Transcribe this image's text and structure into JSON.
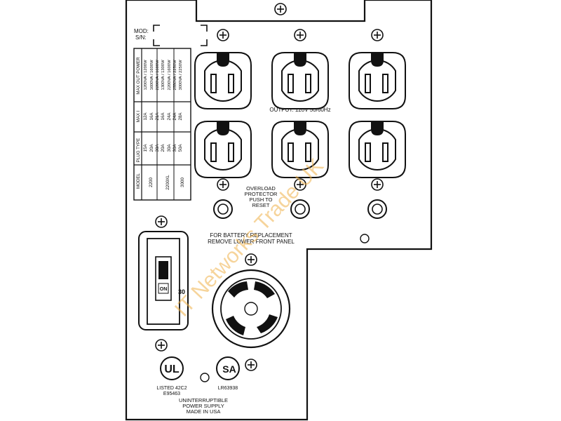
{
  "panel": {
    "mod_label": "MOD:",
    "sn_label": "S/N:",
    "output_label": "OUTPUT:  120V  50/60Hz",
    "overload": [
      "OVERLOAD",
      "PROTECTOR",
      "PUSH  TO",
      "RESET"
    ],
    "battery_note": [
      "FOR  BATTERY  REPLACEMENT",
      "REMOVE  LOWER  FRONT  PANEL"
    ],
    "breaker_on": "ON",
    "breaker_rating": "30",
    "ul": {
      "mark": "UL",
      "line1": "LISTED 42C2",
      "line2": "E95463"
    },
    "csa": {
      "mark": "SA",
      "line1": "LR63938"
    },
    "footer": [
      "UNINTERRUPTIBLE",
      "POWER SUPPLY",
      "MADE IN USA"
    ],
    "watermark": "IT Networks Trade UK"
  },
  "spec_table": {
    "headers": [
      "MODEL",
      "PLUG TYPE",
      "MAX I",
      "MAX OUT POWER"
    ],
    "models": [
      "2200",
      "2200XL",
      "3000"
    ],
    "plug_types": [
      "15A",
      "20A",
      "30A",
      "20A",
      "30A",
      "30A",
      "50A"
    ],
    "max_i": [
      "12A",
      "16A",
      "21A",
      "16A",
      "24A",
      "24A",
      "28A"
    ],
    "max_power": [
      "1200VA  /  1200W",
      "1600VA  /  1600W",
      "2200VA  /  1600W",
      "1300VA  /  1300W",
      "2200VA  /  1600W",
      "2550VA  /  2250W",
      "3000VA  /  2250W"
    ]
  },
  "colors": {
    "line": "#111111",
    "watermark": "#f0b24a"
  }
}
